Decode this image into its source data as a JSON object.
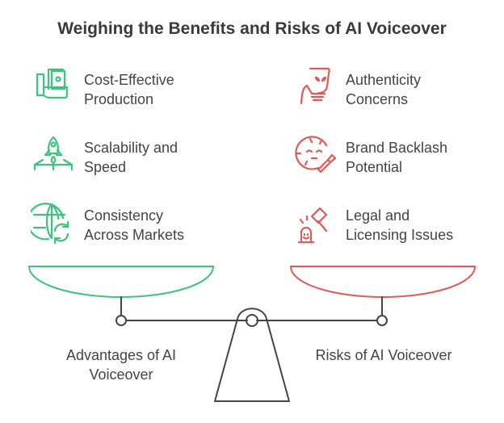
{
  "title": "Weighing the Benefits and Risks of AI Voiceover",
  "colors": {
    "advantage": "#3cc47c",
    "risk": "#e05a56",
    "scale": "#444444"
  },
  "advantages": {
    "label_line1": "Advantages of AI",
    "label_line2": "Voiceover",
    "items": [
      {
        "line1": "Cost-Effective",
        "line2": "Production",
        "icon": "hand-money-icon"
      },
      {
        "line1": "Scalability and",
        "line2": "Speed",
        "icon": "rocket-launch-icon"
      },
      {
        "line1": "Consistency",
        "line2": "Across Markets",
        "icon": "globe-sync-icon"
      }
    ]
  },
  "risks": {
    "label": "Risks of AI Voiceover",
    "items": [
      {
        "line1": "Authenticity",
        "line2": "Concerns",
        "icon": "mask-hand-icon"
      },
      {
        "line1": "Brand Backlash",
        "line2": "Potential",
        "icon": "face-brush-icon"
      },
      {
        "line1": "Legal and",
        "line2": "Licensing Issues",
        "icon": "gavel-icon"
      }
    ]
  }
}
